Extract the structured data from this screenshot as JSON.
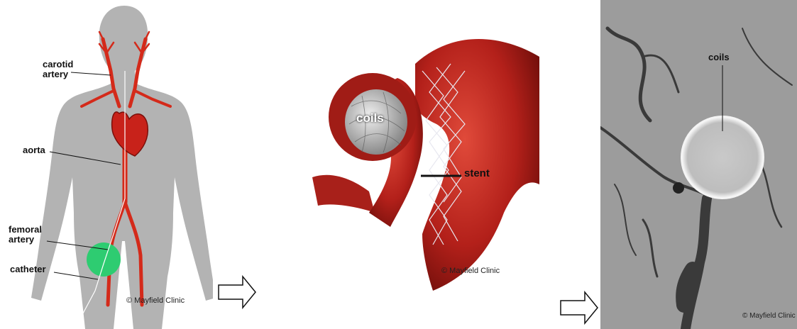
{
  "panel1": {
    "labels": {
      "carotid": [
        "carotid",
        "artery"
      ],
      "aorta": "aorta",
      "femoral": [
        "femoral",
        "artery"
      ],
      "catheter": "catheter"
    },
    "copyright": "© Mayfield Clinic"
  },
  "panel2": {
    "labels": {
      "coils": "coils",
      "stent": "stent"
    },
    "copyright": "© Mayfield Clinic"
  },
  "panel3": {
    "labels": {
      "coils": "coils"
    },
    "copyright": "© Mayfield Clinic"
  },
  "colors": {
    "artery": "#d42a1a",
    "body": "#b3b3b3",
    "highlight": "#2ecc71"
  }
}
